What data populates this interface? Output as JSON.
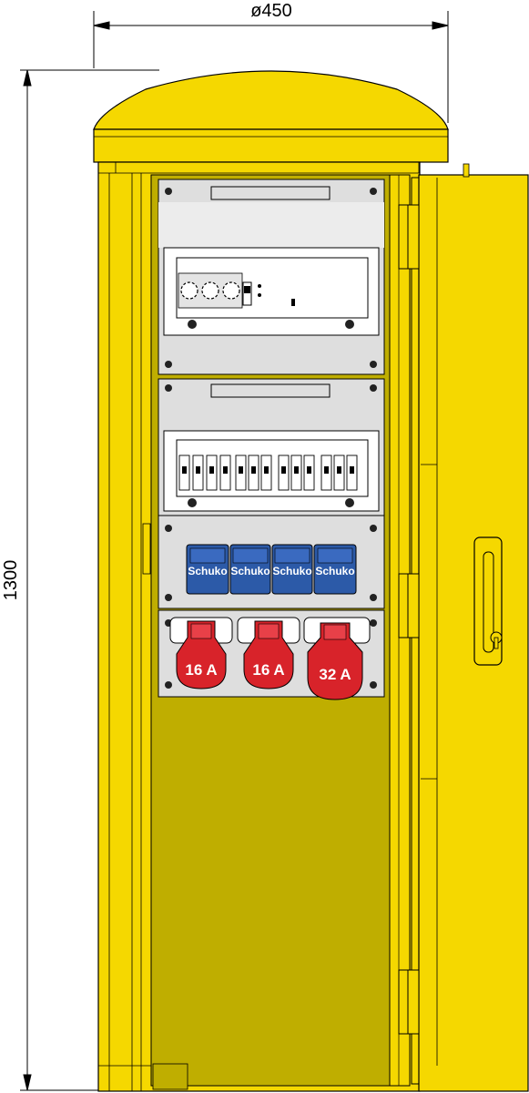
{
  "dimensions": {
    "width_label": "ø450",
    "height_label": "1300"
  },
  "sockets": {
    "schuko": [
      "Schuko",
      "Schuko",
      "Schuko",
      "Schuko"
    ],
    "cee": [
      "16 A",
      "16 A",
      "32 A"
    ]
  },
  "colors": {
    "cabinet_yellow": "#f5d800",
    "interior_olive": "#bfae00",
    "panel_grey": "#dedede",
    "schuko_blue": "#2c5aa8",
    "cee_red": "#d8232a"
  },
  "icons": [
    "door-handle-icon",
    "lock-cylinder-icon",
    "hinge-icon",
    "rotary-switch-icon"
  ]
}
